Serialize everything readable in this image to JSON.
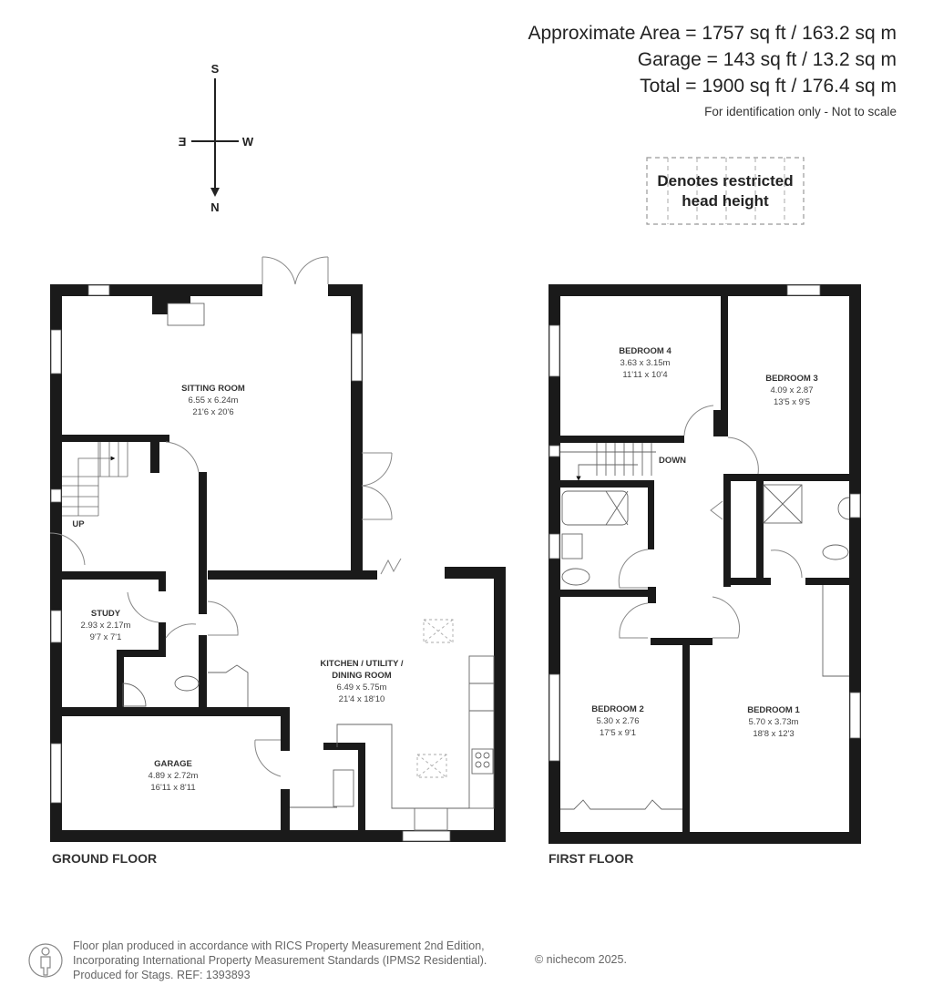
{
  "summary": {
    "approx_area": "Approximate Area = 1757 sq ft / 163.2 sq m",
    "garage_area": "Garage = 143 sq ft / 13.2 sq m",
    "total_area": "Total = 1900 sq ft / 176.4 sq m",
    "note": "For identification only - Not to scale"
  },
  "legend": {
    "line1": "Denotes restricted",
    "line2": "head height"
  },
  "compass": {
    "north": "N",
    "south": "S",
    "east": "E",
    "west": "W"
  },
  "ground_floor": {
    "label": "GROUND FLOOR",
    "rooms": [
      {
        "name": "SITTING ROOM",
        "metric": "6.55 x 6.24m",
        "imperial": "21'6 x 20'6"
      },
      {
        "name": "STUDY",
        "metric": "2.93 x 2.17m",
        "imperial": "9'7 x 7'1"
      },
      {
        "name": "KITCHEN / UTILITY /",
        "name2": "DINING ROOM",
        "metric": "6.49 x 5.75m",
        "imperial": "21'4 x 18'10"
      },
      {
        "name": "GARAGE",
        "metric": "4.89 x 2.72m",
        "imperial": "16'11 x 8'11"
      }
    ],
    "stairs_label": "UP"
  },
  "first_floor": {
    "label": "FIRST FLOOR",
    "rooms": [
      {
        "name": "BEDROOM 4",
        "metric": "3.63 x 3.15m",
        "imperial": "11'11 x 10'4"
      },
      {
        "name": "BEDROOM 3",
        "metric": "4.09 x 2.87",
        "imperial": "13'5 x 9'5"
      },
      {
        "name": "BEDROOM 2",
        "metric": "5.30 x 2.76",
        "imperial": "17'5 x 9'1"
      },
      {
        "name": "BEDROOM 1",
        "metric": "5.70 x 3.73m",
        "imperial": "18'8 x 12'3"
      }
    ],
    "stairs_label": "DOWN"
  },
  "footer": {
    "line1": "Floor plan produced in accordance with RICS Property Measurement 2nd Edition,",
    "line2": "Incorporating International Property Measurement Standards (IPMS2 Residential).",
    "line3": "Produced for Stags.   REF: 1393893",
    "copyright": "© nichecom 2025."
  },
  "colors": {
    "wall": "#1a1a1a",
    "text": "#333333",
    "footer_text": "#666666",
    "dashed": "#999999"
  }
}
